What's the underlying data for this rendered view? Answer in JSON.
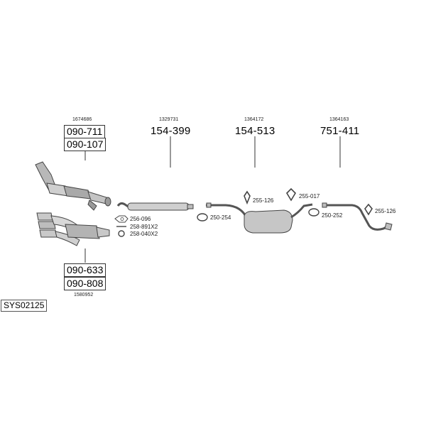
{
  "system_code": "SYS02125",
  "groups": {
    "front_pipe": {
      "oem": "1674686",
      "parts": [
        "090-711",
        "090-107"
      ]
    },
    "manifold": {
      "oem": "1580952",
      "parts": [
        "090-633",
        "090-808"
      ]
    },
    "middle_1": {
      "oem": "1329731",
      "part": "154-399"
    },
    "middle_2": {
      "oem": "1364172",
      "part": "154-513"
    },
    "rear": {
      "oem": "1364163",
      "part": "751-411"
    }
  },
  "accessories": {
    "gasket": "256-096",
    "bolt": "258-891X2",
    "nut": "258-040X2",
    "clamp_a": "250-254",
    "hanger_a": "255-126",
    "hanger_b": "255-017",
    "clamp_b": "250-252",
    "hanger_c": "255-126"
  }
}
